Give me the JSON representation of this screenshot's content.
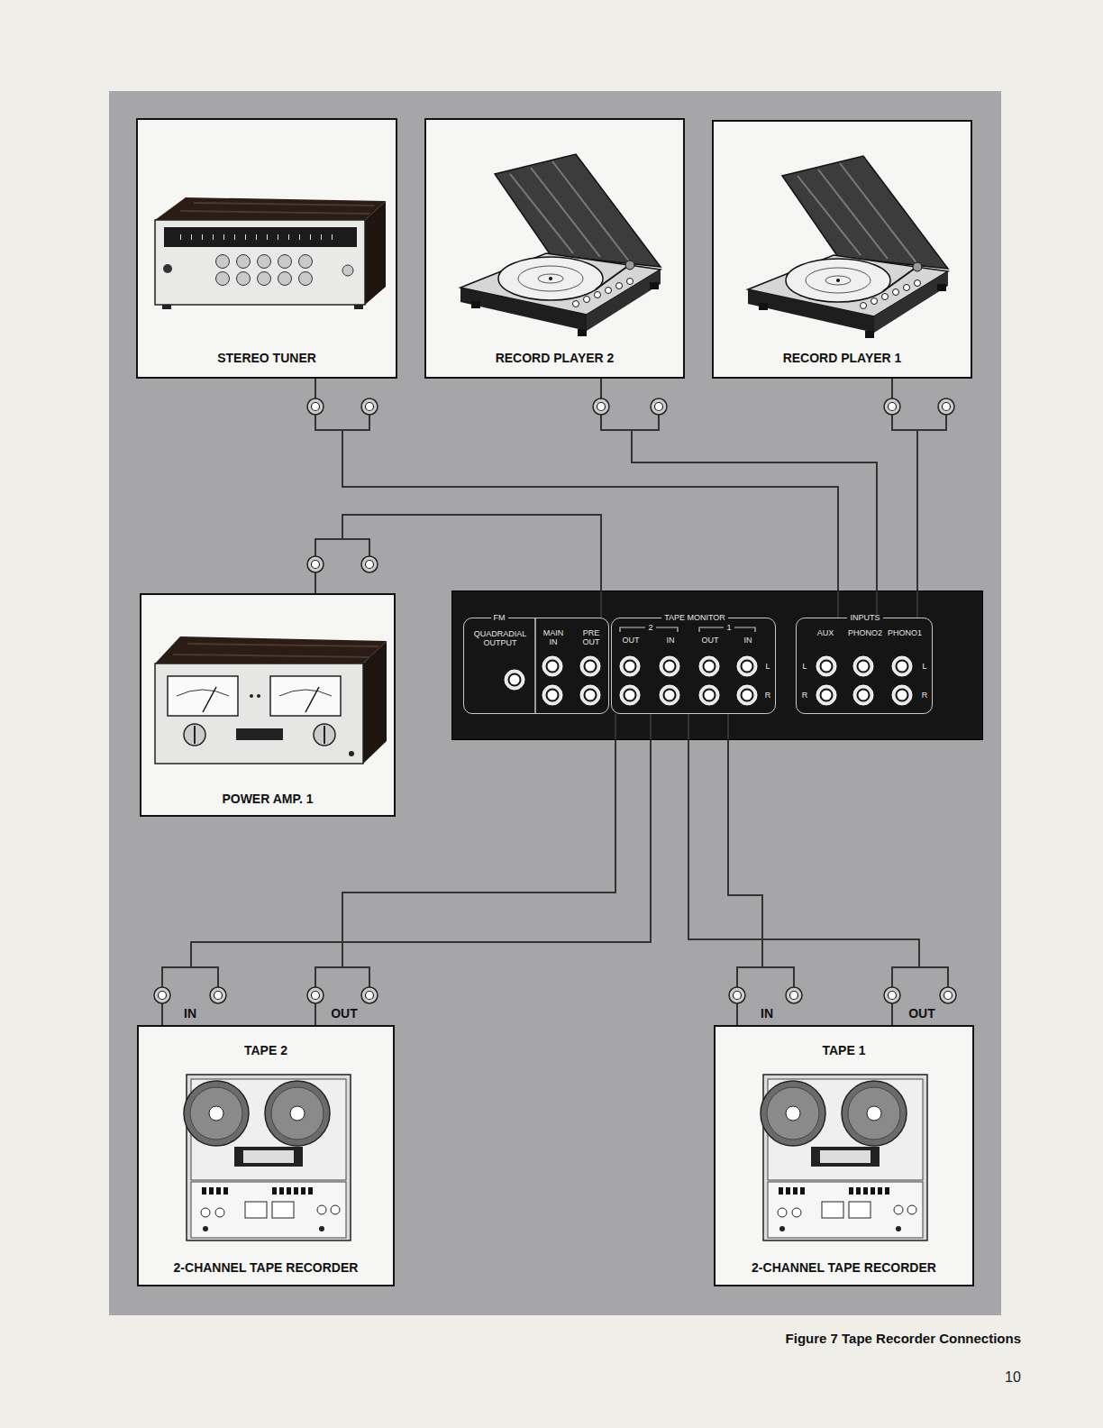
{
  "diagram": {
    "caption": "Figure 7 Tape Recorder Connections",
    "nodes": [
      {
        "text": [
          "STEREO TUNER"
        ]
      },
      {
        "text": [
          "RECORD PLAYER 2"
        ]
      },
      {
        "text": [
          "RECORD PLAYER 1"
        ]
      },
      {
        "text": [
          "POWER AMP. 1"
        ]
      },
      {
        "text": []
      },
      {
        "text": [
          "FM",
          "QUADRADIAL OUTPUT",
          "MAIN IN",
          "PRE OUT"
        ],
        "in": 4
      },
      {
        "text": [
          "TAPE MONITOR",
          "2",
          "OUT",
          "IN",
          "1",
          "OUT",
          "IN",
          "L",
          "R"
        ],
        "in": 4
      },
      {
        "text": [
          "INPUTS",
          "AUX",
          "PHONO2",
          "PHONO1",
          "L",
          "R",
          "L",
          "R"
        ],
        "in": 4
      },
      {
        "text": [
          "TAPE 2",
          "2-CHANNEL TAPE RECORDER"
        ]
      },
      {
        "text": [
          "TAPE 1",
          "2-CHANNEL TAPE RECORDER"
        ]
      }
    ],
    "edges": [
      {
        "from": 0,
        "to": 7,
        "arrow": "none"
      },
      {
        "from": 1,
        "to": 7,
        "arrow": "none"
      },
      {
        "from": 2,
        "to": 7,
        "arrow": "none"
      },
      {
        "from": 5,
        "to": 3,
        "arrow": "none"
      },
      {
        "from": 6,
        "to": 8,
        "arrow": "none"
      },
      {
        "from": 8,
        "to": 6,
        "arrow": "none"
      },
      {
        "from": 6,
        "to": 9,
        "arrow": "none"
      },
      {
        "from": 9,
        "to": 6,
        "arrow": "none"
      }
    ],
    "labels": [
      "IN",
      "OUT",
      "IN",
      "OUT",
      "10"
    ]
  }
}
